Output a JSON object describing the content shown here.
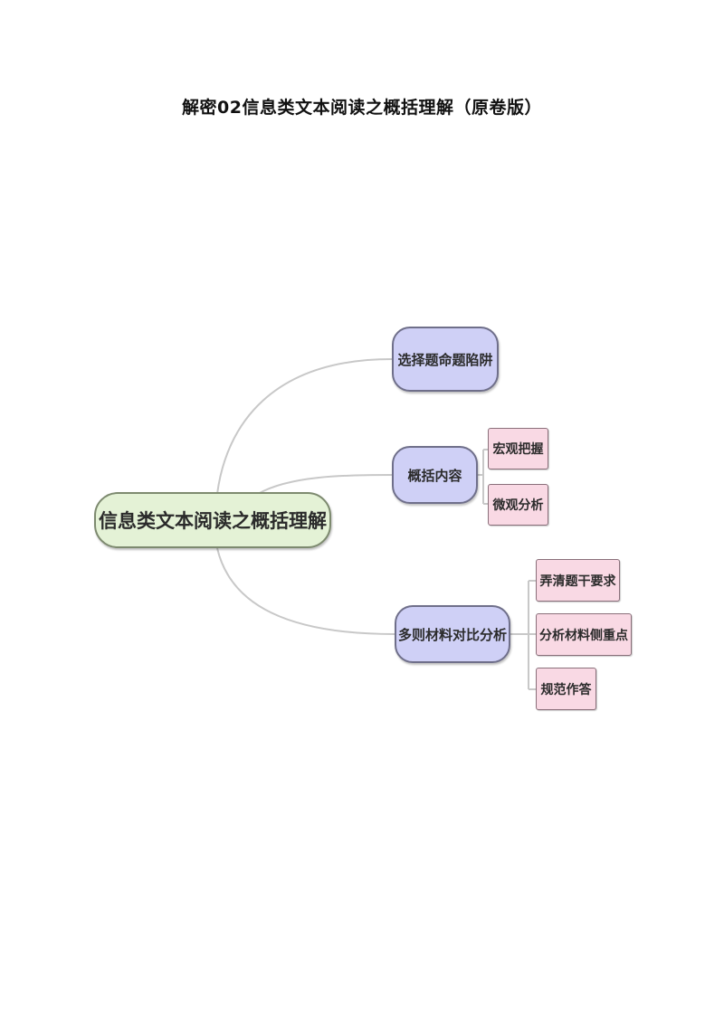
{
  "document": {
    "title": "解密02信息类文本阅读之概括理解（原卷版）"
  },
  "mindmap": {
    "root": "信息类文本阅读之概括理解",
    "branches": [
      {
        "label": "选择题命题陷阱",
        "children": []
      },
      {
        "label": "概括内容",
        "children": [
          "宏观把握",
          "微观分析"
        ]
      },
      {
        "label": "多则材料对比分析",
        "children": [
          "弄清题干要求",
          "分析材料侧重点",
          "规范作答"
        ]
      }
    ]
  },
  "colors": {
    "root_fill": "#e4f2d6",
    "branch_fill": "#cfd0f6",
    "leaf_fill": "#f9d9e4",
    "connector": "#c8c8c8"
  }
}
